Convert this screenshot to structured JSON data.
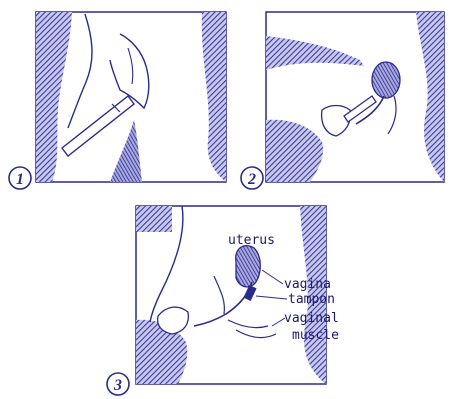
{
  "panels": [
    {
      "number": "1"
    },
    {
      "number": "2"
    },
    {
      "number": "3"
    }
  ],
  "labels": {
    "uterus": "uterus",
    "vagina": "vagina",
    "tampon": "tampon",
    "vaginal_muscle_line1": "vaginal",
    "vaginal_muscle_line2": "muscle"
  },
  "colors": {
    "ink": "#2a2a8c",
    "hatch": "#3b3b9e",
    "label": "#1a1a6e"
  }
}
